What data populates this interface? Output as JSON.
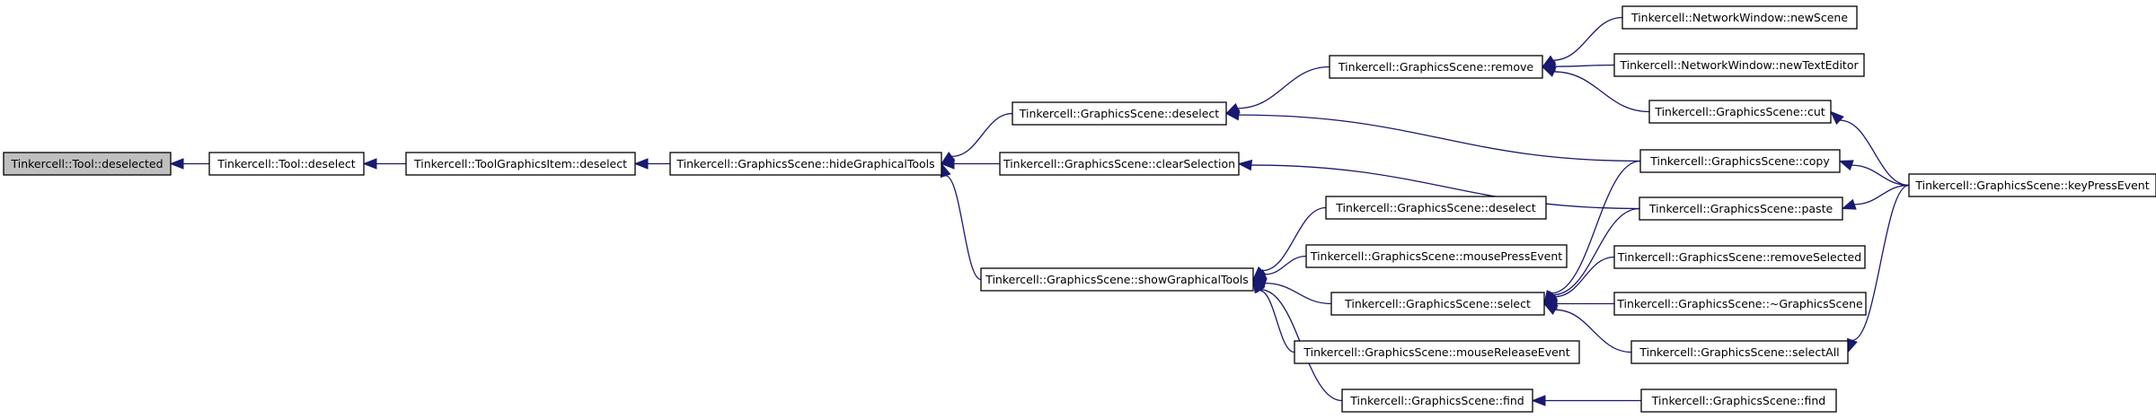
{
  "nodes": [
    {
      "id": "n0",
      "label": "Tinkercell::Tool::deselected",
      "root": true
    },
    {
      "id": "n1",
      "label": "Tinkercell::Tool::deselect"
    },
    {
      "id": "n2",
      "label": "Tinkercell::ToolGraphicsItem::deselect"
    },
    {
      "id": "n3",
      "label": "Tinkercell::GraphicsScene::hideGraphicalTools"
    },
    {
      "id": "n4",
      "label": "Tinkercell::GraphicsScene::deselect"
    },
    {
      "id": "n5",
      "label": "Tinkercell::GraphicsScene::clearSelection"
    },
    {
      "id": "n6",
      "label": "Tinkercell::GraphicsScene::showGraphicalTools"
    },
    {
      "id": "n7",
      "label": "Tinkercell::GraphicsScene::remove"
    },
    {
      "id": "n8",
      "label": "Tinkercell::GraphicsScene::copy"
    },
    {
      "id": "n9",
      "label": "Tinkercell::GraphicsScene::deselect"
    },
    {
      "id": "n10",
      "label": "Tinkercell::GraphicsScene::mousePressEvent"
    },
    {
      "id": "n11",
      "label": "Tinkercell::GraphicsScene::select"
    },
    {
      "id": "n12",
      "label": "Tinkercell::GraphicsScene::mouseReleaseEvent"
    },
    {
      "id": "n13",
      "label": "Tinkercell::GraphicsScene::find"
    },
    {
      "id": "n14",
      "label": "Tinkercell::NetworkWindow::newScene"
    },
    {
      "id": "n15",
      "label": "Tinkercell::NetworkWindow::newTextEditor"
    },
    {
      "id": "n16",
      "label": "Tinkercell::GraphicsScene::cut"
    },
    {
      "id": "n17",
      "label": "Tinkercell::GraphicsScene::paste"
    },
    {
      "id": "n18",
      "label": "Tinkercell::GraphicsScene::removeSelected"
    },
    {
      "id": "n19",
      "label": "Tinkercell::GraphicsScene::~GraphicsScene"
    },
    {
      "id": "n20",
      "label": "Tinkercell::GraphicsScene::selectAll"
    },
    {
      "id": "n21",
      "label": "Tinkercell::GraphicsScene::find"
    },
    {
      "id": "n22",
      "label": "Tinkercell::GraphicsScene::keyPressEvent"
    }
  ],
  "edges": [
    {
      "from": "n1",
      "to": "n0"
    },
    {
      "from": "n2",
      "to": "n1"
    },
    {
      "from": "n3",
      "to": "n2"
    },
    {
      "from": "n4",
      "to": "n3"
    },
    {
      "from": "n5",
      "to": "n3"
    },
    {
      "from": "n6",
      "to": "n3"
    },
    {
      "from": "n7",
      "to": "n4"
    },
    {
      "from": "n8",
      "to": "n4"
    },
    {
      "from": "n17",
      "to": "n5"
    },
    {
      "from": "n9",
      "to": "n6"
    },
    {
      "from": "n10",
      "to": "n6"
    },
    {
      "from": "n11",
      "to": "n6"
    },
    {
      "from": "n12",
      "to": "n6"
    },
    {
      "from": "n13",
      "to": "n6"
    },
    {
      "from": "n14",
      "to": "n7"
    },
    {
      "from": "n15",
      "to": "n7"
    },
    {
      "from": "n16",
      "to": "n7"
    },
    {
      "from": "n22",
      "to": "n8"
    },
    {
      "from": "n22",
      "to": "n17"
    },
    {
      "from": "n8",
      "to": "n11"
    },
    {
      "from": "n17",
      "to": "n11"
    },
    {
      "from": "n18",
      "to": "n11"
    },
    {
      "from": "n19",
      "to": "n11"
    },
    {
      "from": "n20",
      "to": "n11"
    },
    {
      "from": "n21",
      "to": "n13"
    },
    {
      "from": "n22",
      "to": "n16"
    },
    {
      "from": "n22",
      "to": "n20"
    }
  ]
}
